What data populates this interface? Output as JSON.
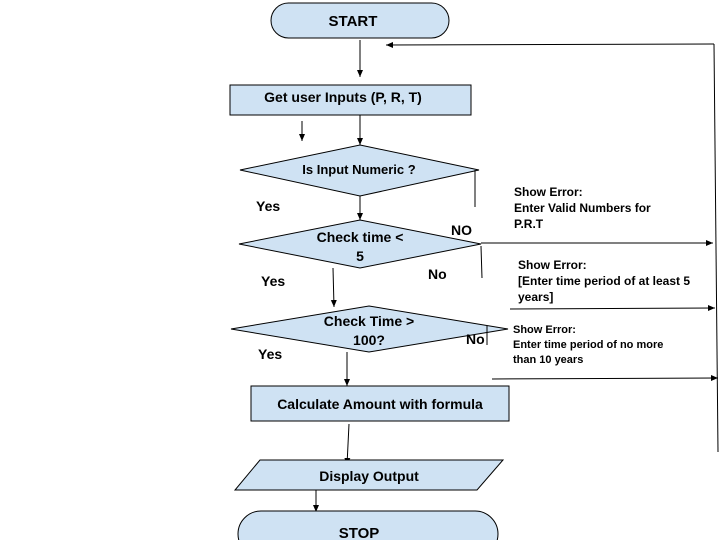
{
  "flowchart": {
    "start": "START",
    "get_inputs": "Get user Inputs (P, R, T)",
    "is_numeric": "Is Input Numeric ?",
    "check_time_lt5": [
      "Check time <",
      "5"
    ],
    "check_time_gt100": [
      "Check Time >",
      "100?"
    ],
    "calculate": "Calculate Amount with formula",
    "display": "Display Output",
    "stop": "STOP"
  },
  "labels": {
    "yes1": "Yes",
    "no1": "NO",
    "yes2": "Yes",
    "no2": "No",
    "yes3": "Yes",
    "no3": "No"
  },
  "errors": {
    "err1": [
      "Show Error:",
      "Enter Valid Numbers for",
      "P.R.T"
    ],
    "err2": [
      "Show Error:",
      "[Enter time period of at least 5",
      "years]"
    ],
    "err3": [
      "Show Error:",
      "Enter time period of no more",
      "than 10 years"
    ]
  },
  "colors": {
    "shape_fill": "#cfe2f3",
    "stroke": "#000000"
  }
}
